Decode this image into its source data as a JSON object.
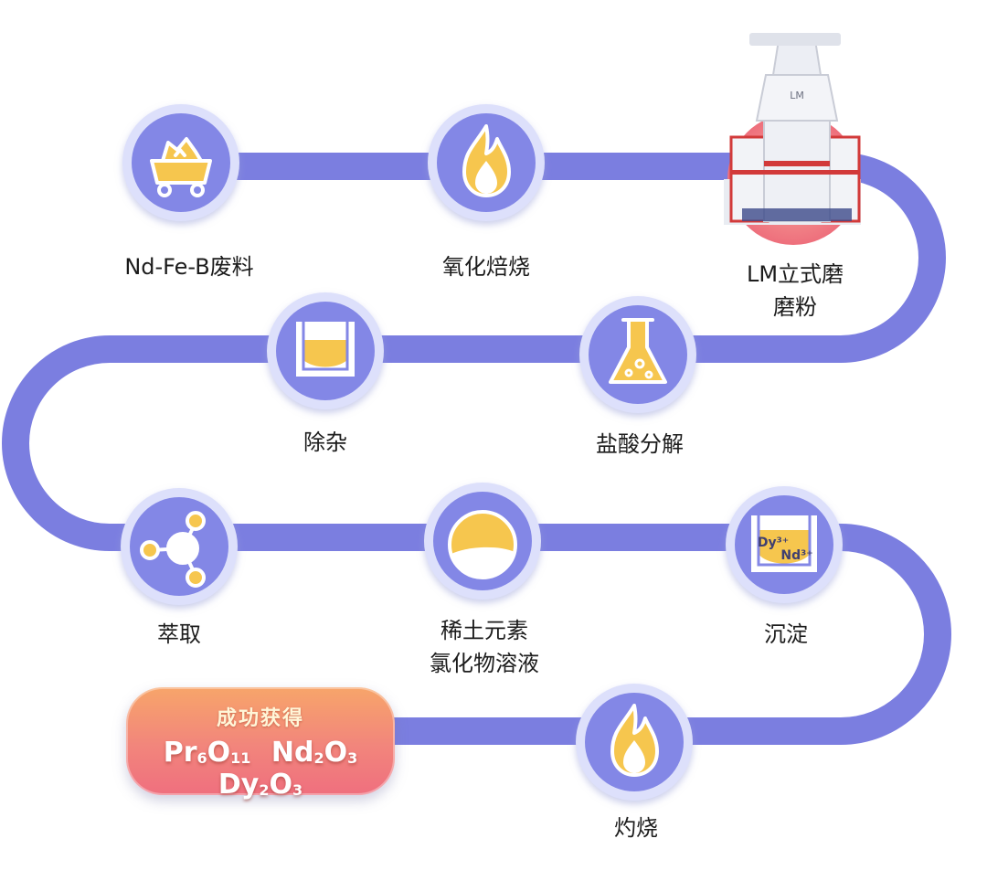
{
  "steps": [
    {
      "id": "scrap",
      "lines": [
        "Nd-Fe-B废料"
      ],
      "icon": "mine-cart-icon"
    },
    {
      "id": "roast",
      "lines": [
        "氧化焙烧"
      ],
      "icon": "flame-icon"
    },
    {
      "id": "mill",
      "lines": [
        "LM立式磨",
        "磨粉"
      ],
      "icon": "vertical-mill-icon"
    },
    {
      "id": "acid",
      "lines": [
        "盐酸分解"
      ],
      "icon": "flask-icon"
    },
    {
      "id": "impurity",
      "lines": [
        "除杂"
      ],
      "icon": "beaker-icon"
    },
    {
      "id": "extract",
      "lines": [
        "萃取"
      ],
      "icon": "molecule-icon"
    },
    {
      "id": "chloride",
      "lines": [
        "稀土元素",
        "氯化物溶液"
      ],
      "icon": "solution-bowl-icon"
    },
    {
      "id": "precip",
      "lines": [
        "沉淀"
      ],
      "icon": "precipitation-beaker-icon"
    },
    {
      "id": "calcine",
      "lines": [
        "灼烧"
      ],
      "icon": "flame-icon"
    }
  ],
  "mill_icon_texts": [
    "LM"
  ],
  "beaker_ions": [
    "Dy³⁺",
    "Nd³⁺"
  ],
  "result": {
    "title": "成功获得",
    "formulas": [
      {
        "symbol1": "Pr",
        "sub1": "6",
        "symbol2": "O",
        "sub2": "11"
      },
      {
        "symbol1": "Nd",
        "sub1": "2",
        "symbol2": "O",
        "sub2": "3"
      },
      {
        "symbol1": "Dy",
        "sub1": "2",
        "symbol2": "O",
        "sub2": "3"
      }
    ]
  },
  "colors": {
    "path": "#7b7ee0",
    "circle": "#8387e6",
    "ring": "#dde0fb",
    "icon_fill": "#f6c64e",
    "icon_stroke": "#ffffff",
    "result_top": "#f7a56a",
    "result_bottom": "#ef6f7e"
  }
}
